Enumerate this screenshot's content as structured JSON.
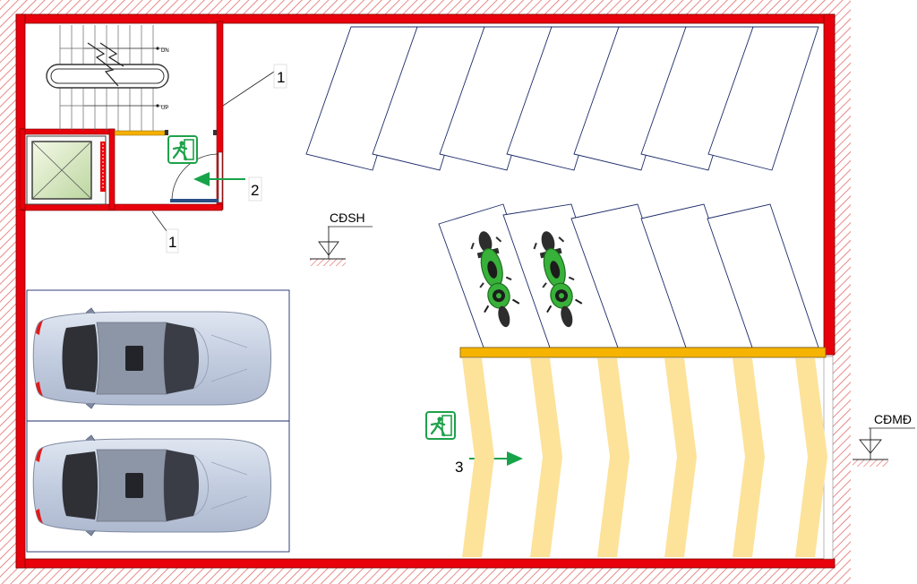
{
  "labels": {
    "callout_1_top": "1",
    "callout_1_bottom": "1",
    "callout_2": "2",
    "callout_3": "3",
    "stair_down": "DN",
    "stair_up": "UP",
    "level_basement": "CĐSH",
    "level_ground": "CĐMĐ"
  },
  "colors": {
    "wall_red": "#e8000b",
    "hatch_red": "#e46c6c",
    "door_yellow": "#f5b100",
    "ramp_stripe": "#fde29a",
    "ramp_beam": "#f6b400",
    "exit_green": "#1fa14a",
    "arrow_green": "#17a34a",
    "car_body": "#c8d2e3",
    "moto_green": "#38b13a",
    "bay_line": "#1d2c6b"
  },
  "icons": {
    "exit_sign": "running-man-exit-icon",
    "elevator": "elevator-cross-icon",
    "level_marker": "level-triangle-icon",
    "car": "car-top-view-icon",
    "motorbike": "motorbike-top-view-icon"
  }
}
